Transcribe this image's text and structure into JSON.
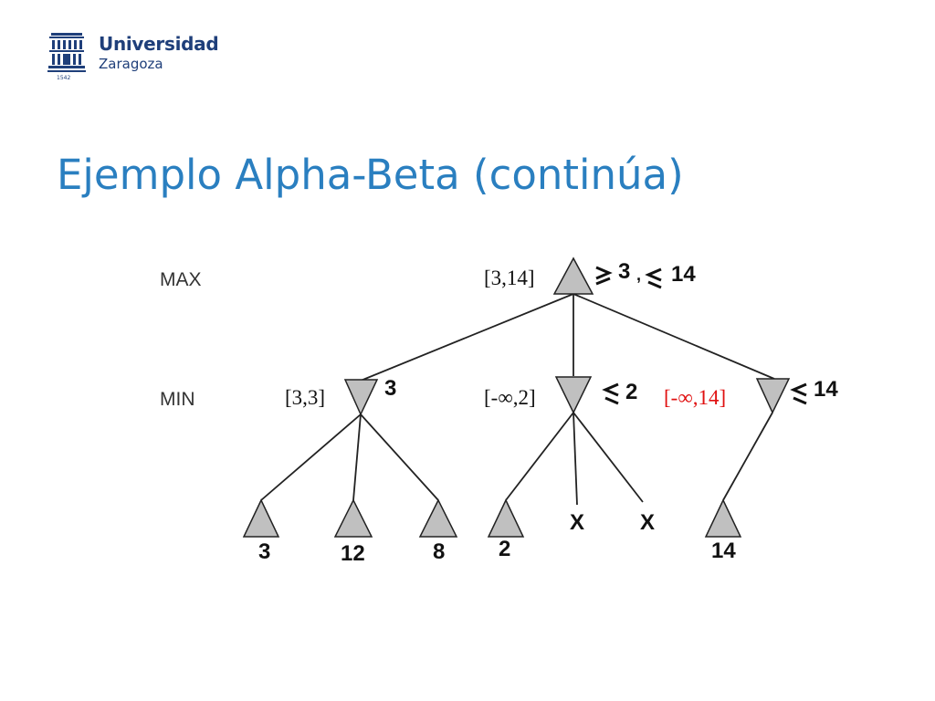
{
  "logo": {
    "line1": "Universidad",
    "line2": "Zaragoza",
    "year": "1542",
    "color": "#1f3f7a"
  },
  "title": "Ejemplo Alpha-Beta (continúa)",
  "rows": {
    "max": "MAX",
    "min": "MIN"
  },
  "root": {
    "interval": "[3,14]",
    "lower_bound": "3",
    "separator": ",",
    "upper_bound": "14"
  },
  "min_nodes": [
    {
      "interval": "[3,3]",
      "bound": "3",
      "bound_symbol": "none"
    },
    {
      "interval": "[-∞,2]",
      "bound": "2",
      "bound_symbol": "le"
    },
    {
      "interval": "[-∞,14]",
      "bound": "14",
      "bound_symbol": "le",
      "interval_color": "#e01010"
    }
  ],
  "leaves": [
    "3",
    "12",
    "8",
    "2",
    "X",
    "X",
    "14"
  ],
  "colors": {
    "title": "#2a7fc0",
    "node_fill": "#c0c0c0",
    "highlight_interval": "#e01010"
  }
}
